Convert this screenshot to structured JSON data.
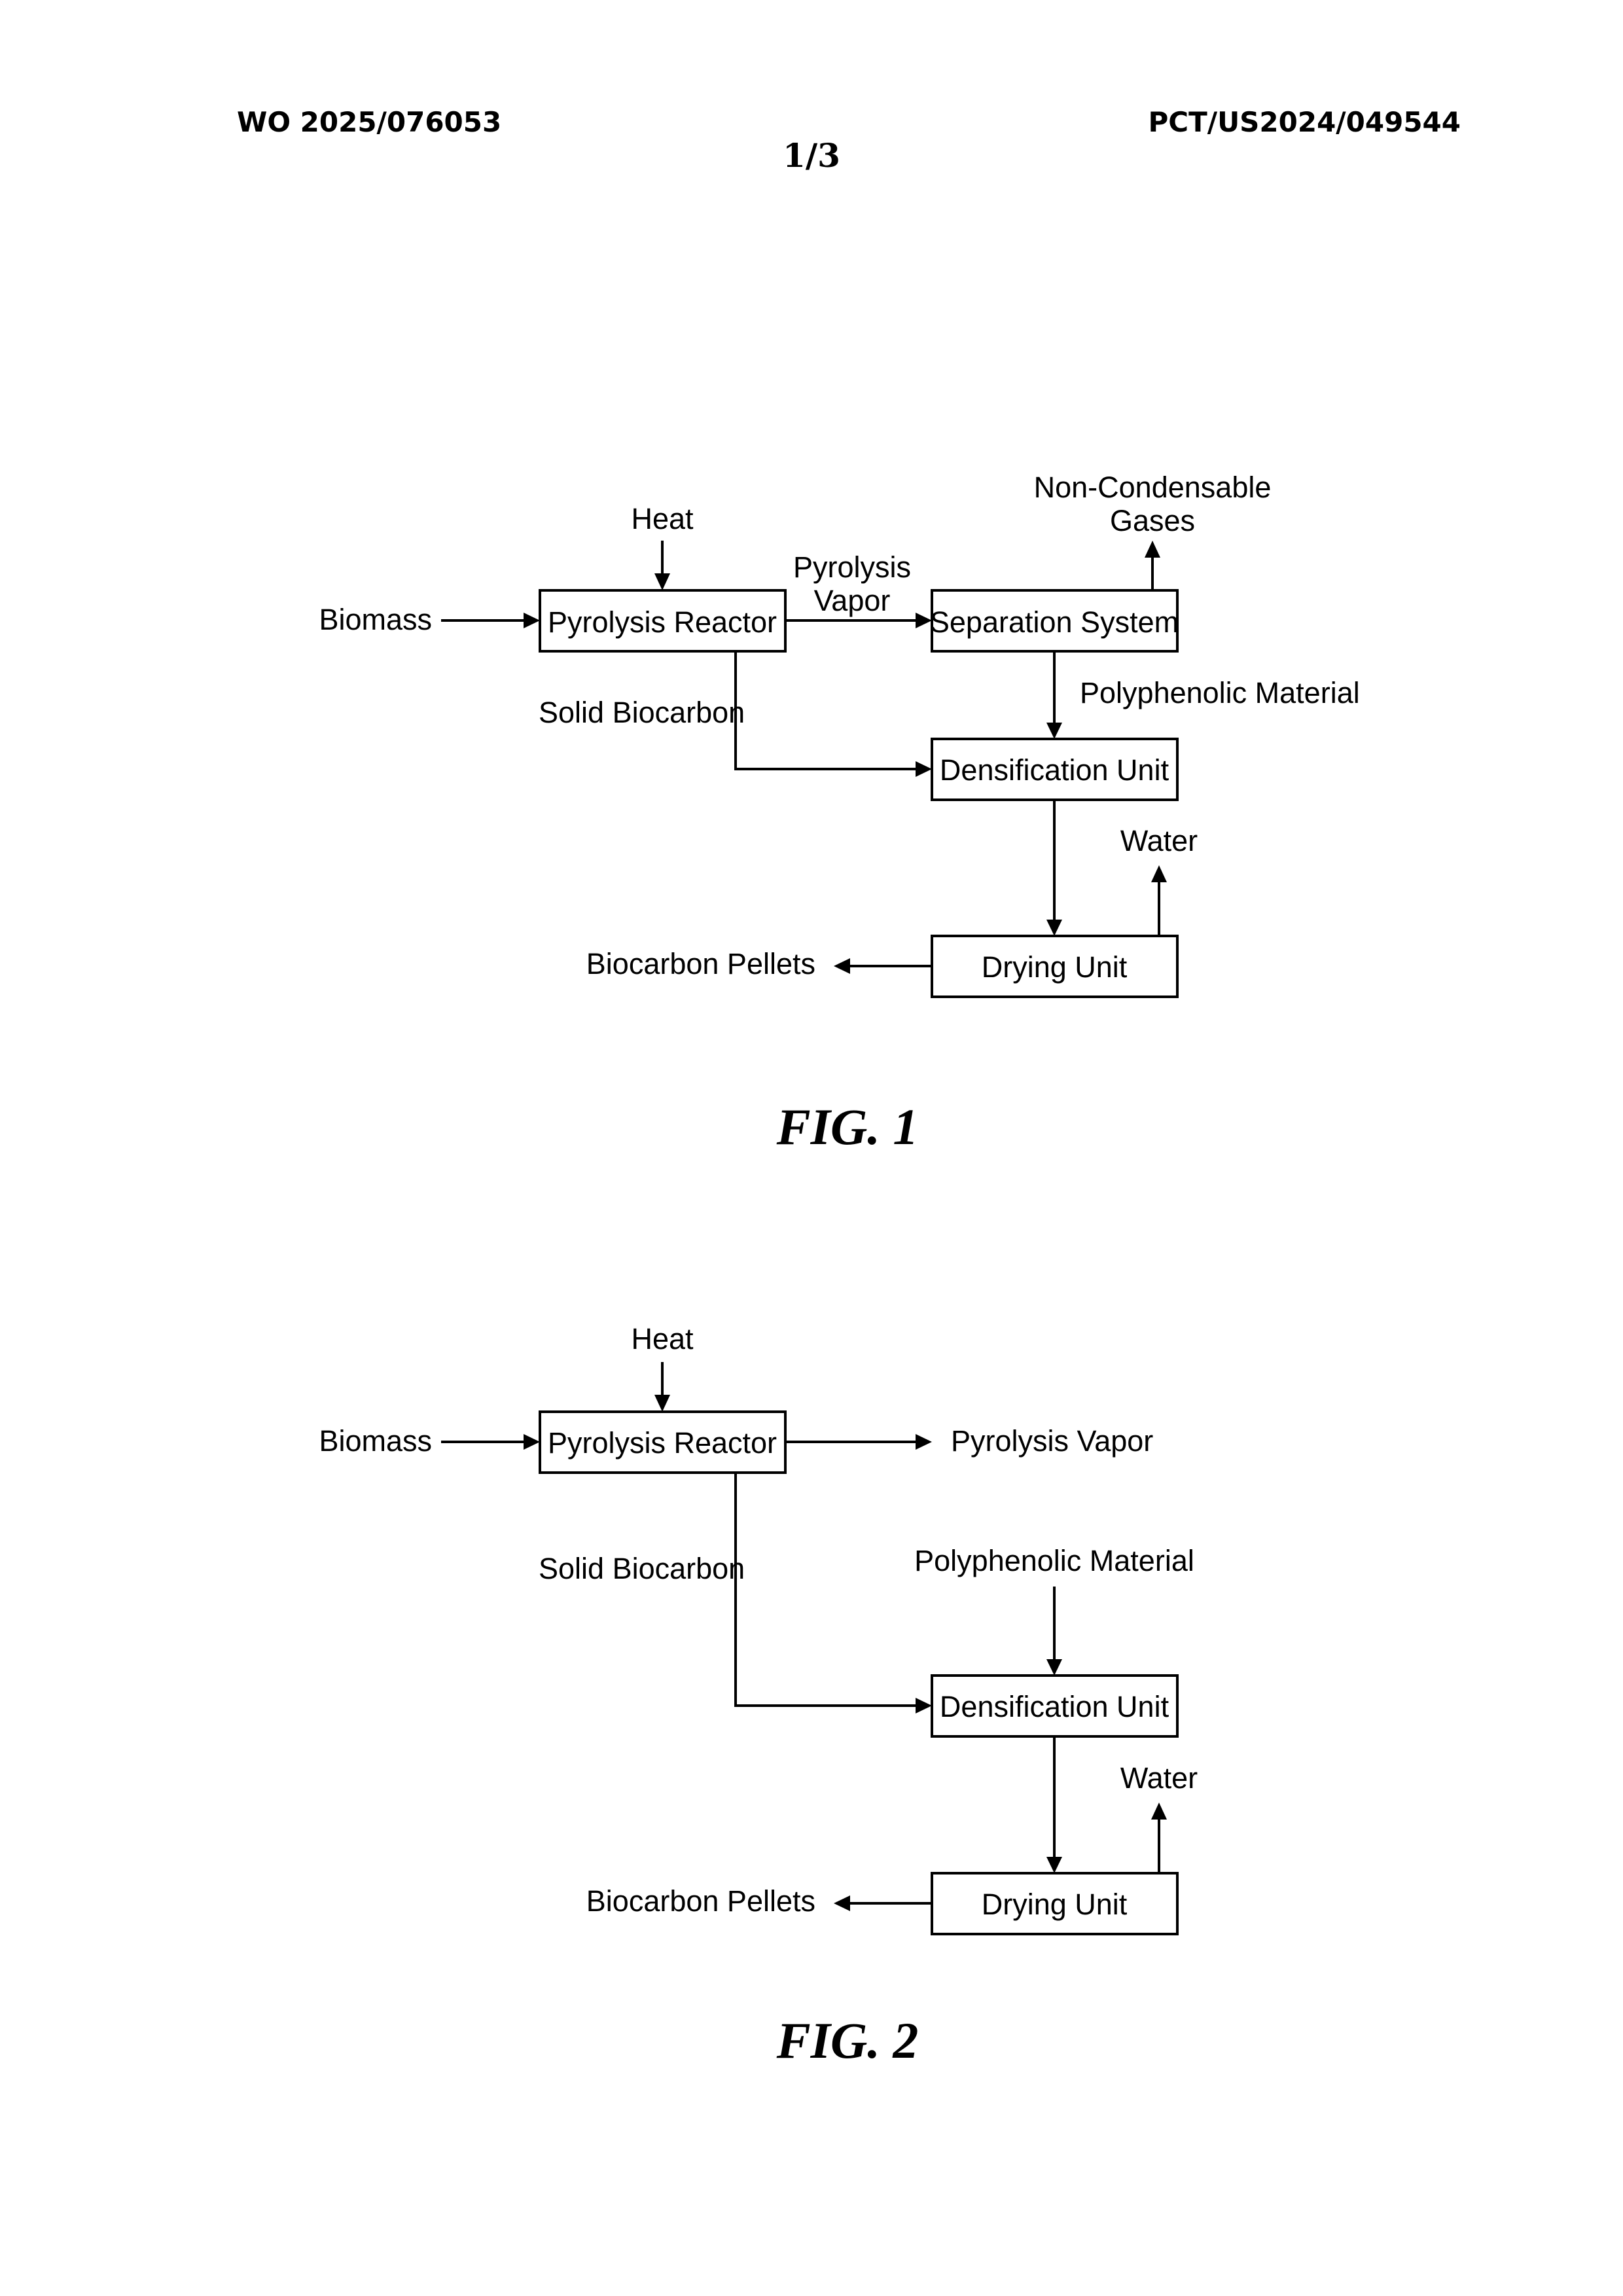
{
  "header": {
    "publication_number": "WO 2025/076053",
    "application_number": "PCT/US2024/049544",
    "sheet": "1/3"
  },
  "fig1": {
    "caption": "FIG. 1",
    "labels": {
      "heat": "Heat",
      "biomass": "Biomass",
      "pyrolysis_reactor": "Pyrolysis Reactor",
      "pyrolysis_vapor_line1": "Pyrolysis",
      "pyrolysis_vapor_line2": "Vapor",
      "separation_system": "Separation System",
      "non_condensable_line1": "Non-Condensable",
      "non_condensable_line2": "Gases",
      "polyphenolic_material": "Polyphenolic Material",
      "solid_biocarbon": "Solid Biocarbon",
      "densification_unit": "Densification Unit",
      "water": "Water",
      "drying_unit": "Drying Unit",
      "biocarbon_pellets": "Biocarbon Pellets"
    }
  },
  "fig2": {
    "caption": "FIG. 2",
    "labels": {
      "heat": "Heat",
      "biomass": "Biomass",
      "pyrolysis_reactor": "Pyrolysis Reactor",
      "pyrolysis_vapor": "Pyrolysis Vapor",
      "solid_biocarbon": "Solid Biocarbon",
      "polyphenolic_material": "Polyphenolic Material",
      "densification_unit": "Densification Unit",
      "water": "Water",
      "drying_unit": "Drying Unit",
      "biocarbon_pellets": "Biocarbon Pellets"
    }
  }
}
